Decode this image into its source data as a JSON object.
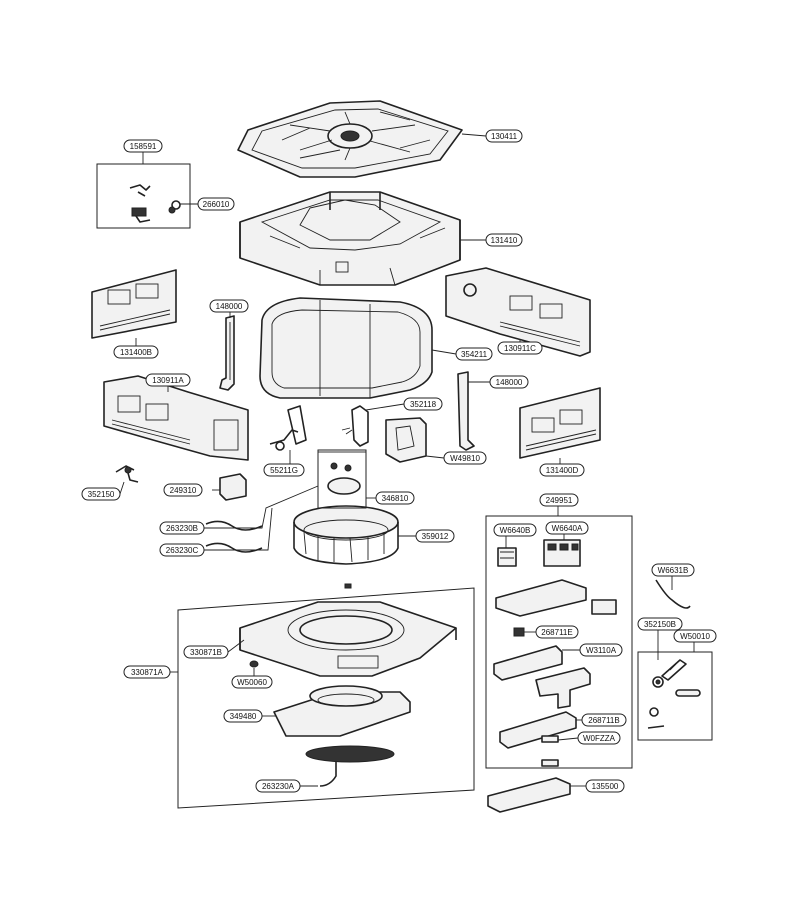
{
  "diagram": {
    "part_labels": [
      "130411",
      "158591",
      "266010",
      "131410",
      "131400B",
      "148000",
      "130911C",
      "354211",
      "130911A",
      "148000",
      "352118",
      "131400D",
      "55211G",
      "W49810",
      "352150",
      "249310",
      "346810",
      "249951",
      "263230B",
      "359012",
      "W6640B",
      "W6640A",
      "263230C",
      "W6631B",
      "268711E",
      "352150B",
      "W50010",
      "330871A",
      "330871B",
      "W3110A",
      "W50060",
      "349480",
      "268711B",
      "W0FZZA",
      "263230A",
      "135500"
    ]
  }
}
